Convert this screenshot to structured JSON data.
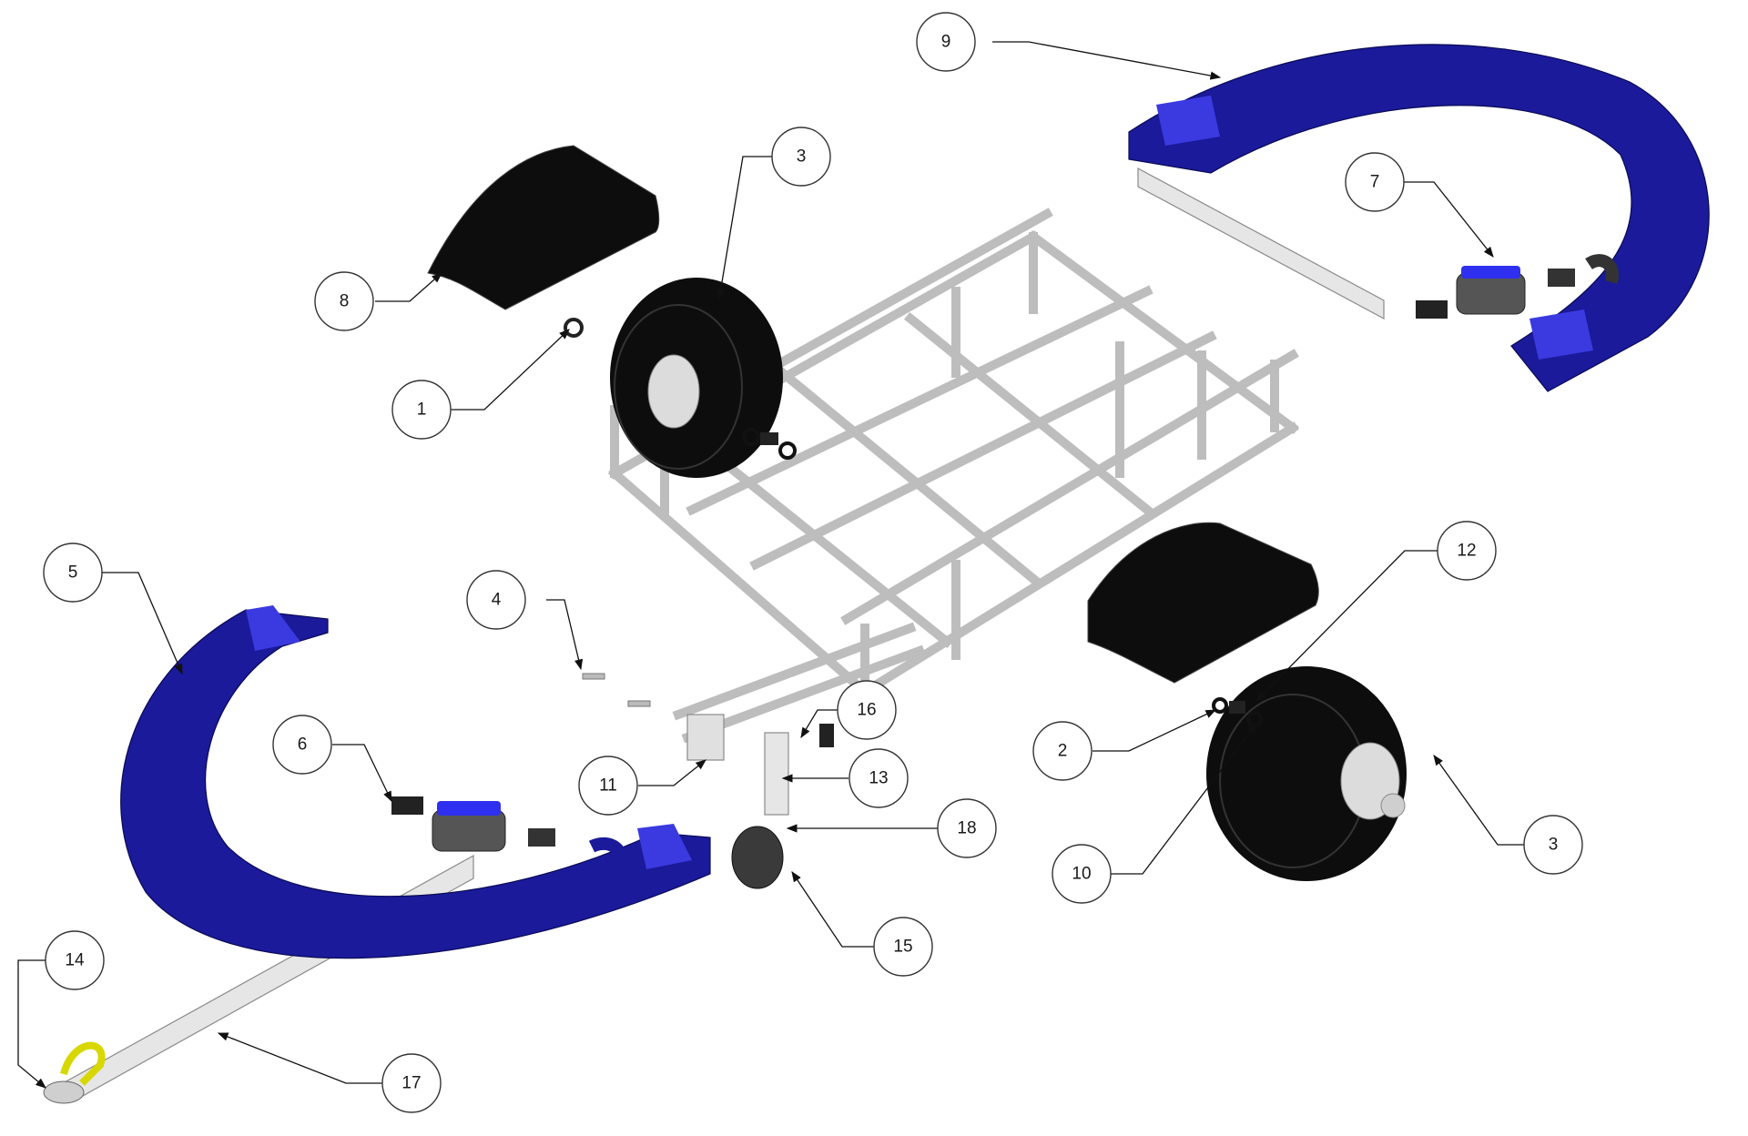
{
  "colors": {
    "tank_blue": "#1a1a9a",
    "tank_highlight": "#3a3ae0",
    "tire_black": "#0d0d0d",
    "frame_grey": "#d9d9d9",
    "hitch_yellow": "#d8d800"
  },
  "callouts": [
    {
      "id": "c1",
      "label": "1"
    },
    {
      "id": "c2",
      "label": "2"
    },
    {
      "id": "c3a",
      "label": "3"
    },
    {
      "id": "c3b",
      "label": "3"
    },
    {
      "id": "c4",
      "label": "4"
    },
    {
      "id": "c5",
      "label": "5"
    },
    {
      "id": "c6",
      "label": "6"
    },
    {
      "id": "c7",
      "label": "7"
    },
    {
      "id": "c8",
      "label": "8"
    },
    {
      "id": "c9",
      "label": "9"
    },
    {
      "id": "c10",
      "label": "10"
    },
    {
      "id": "c11",
      "label": "11"
    },
    {
      "id": "c12",
      "label": "12"
    },
    {
      "id": "c13",
      "label": "13"
    },
    {
      "id": "c14",
      "label": "14"
    },
    {
      "id": "c15",
      "label": "15"
    },
    {
      "id": "c16",
      "label": "16"
    },
    {
      "id": "c17",
      "label": "17"
    },
    {
      "id": "c18",
      "label": "18"
    }
  ]
}
